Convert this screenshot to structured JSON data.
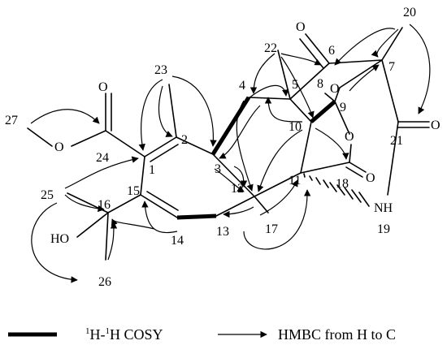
{
  "atoms": {
    "O_ketone": "O",
    "O_ester_carbonyl": "O",
    "O_ester": "O",
    "O_lactone_ring": "O",
    "O_lactone_carbonyl": "O",
    "O_amide": "O",
    "O_ether": "O",
    "HO": "HO",
    "NH": "NH"
  },
  "numbers": [
    "1",
    "2",
    "3",
    "4",
    "5",
    "6",
    "7",
    "8",
    "9",
    "10",
    "11",
    "12",
    "13",
    "14",
    "15",
    "16",
    "17",
    "18",
    "19",
    "20",
    "21",
    "22",
    "23",
    "24",
    "25",
    "26",
    "27"
  ],
  "legend": {
    "cosy_sup1": "1",
    "cosy_H1": "H-",
    "cosy_sup2": "1",
    "cosy_H2": "H COSY",
    "hmbc": "HMBC from H to C"
  },
  "colors": {
    "line": "#000000",
    "background": "#ffffff"
  }
}
